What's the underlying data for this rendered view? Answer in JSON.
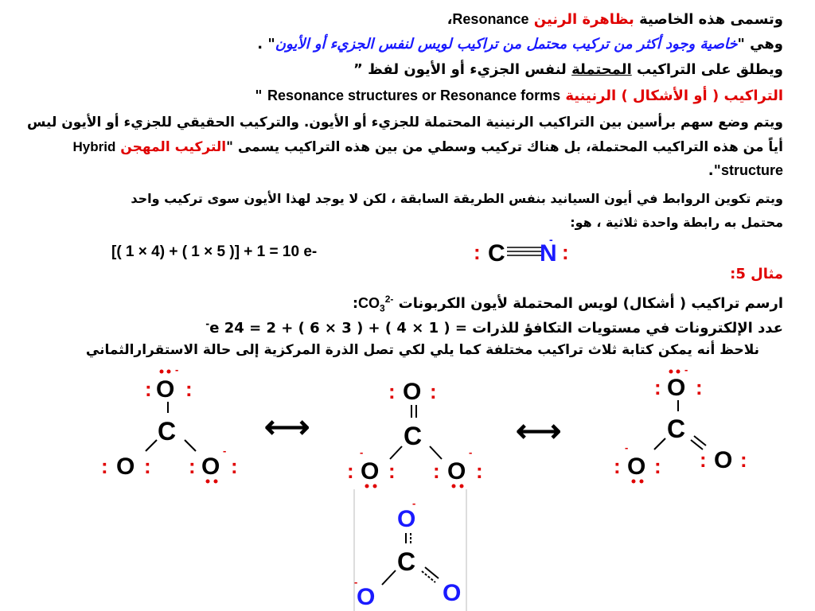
{
  "text": {
    "l1_a": "وتسمى هذه الخاصية",
    "l1_red": "بظاهرة الرنين",
    "l1_latin": "Resonance",
    "l1_end": "،",
    "l2_a": "وهي \"",
    "l2_blue": "خاصية وجود أكثر من تركيب محتمل من تراكيب لويس لنفس الجزيء أو الأيون",
    "l2_b": "\" .",
    "l3_a": "ويطلق على التراكيب",
    "l3_u": "المحتملة",
    "l3_b": "لنفس الجزيء أو الأيون لفظ ”",
    "l4_red": "التراكيب ( أو الأشكال ) الرنينية",
    "l4_latin": "Resonance structures or Resonance forms",
    "l4_end": "\"",
    "l5": "ويتم وضع سهم برأسين بين التراكيب الرنينية المحتملة للجزيء أو الأيون. والتركيب الحقيقي للجزيء أو الأيون ليس",
    "l6_a": "أياً من هذه التراكيب المحتملة، بل هناك تركيب وسطي من بين هذه التراكيب يسمى \"",
    "l6_red": "التركيب المهجن",
    "l6_latin": "Hybrid",
    "l7_latin": "structure",
    "l7_end": "\".",
    "l8": "ويتم تكوين الروابط في أيون السيانيد بنفس الطريقة السابقة ، لكن لا يوجد لهذا الأيون سوى تركيب واحد",
    "l9": "محتمل به رابطة واحدة ثلاثية ، هو:",
    "equation": "[( 1 × 4)  + ( 1 × 5 )] + 1 = 10 e-",
    "example_label": "مثال 5:",
    "l11_a": "ارسم تراكيب ( أشكال) لويس المحتملة لأيون الكربونات",
    "l11_formula": "CO",
    "l11_sub": "3",
    "l11_sup": "2-",
    "l11_colon": ":",
    "l12": "عدد الإلكترونات في مستويات التكافؤ للذرات = ( 1 × 4 ) + ( 3 × 6 ) + 2  =  24 e",
    "l12_sup": "-",
    "l13": "نلاحظ أنه يمكن كتابة ثلاث تراكيب مختلفة كما يلي لكي تصل الذرة المركزية إلى حالة الاستقرارالثماني"
  },
  "cyanide": {
    "c": "C",
    "n": "N",
    "colon": ":",
    "minus": "-"
  },
  "carbonate": {
    "o": "O",
    "c": "C",
    "colon": ":",
    "minus": "-",
    "arrow": "⟷"
  },
  "colors": {
    "red": "#e00000",
    "blue": "#1a1aff",
    "black": "#000000"
  }
}
